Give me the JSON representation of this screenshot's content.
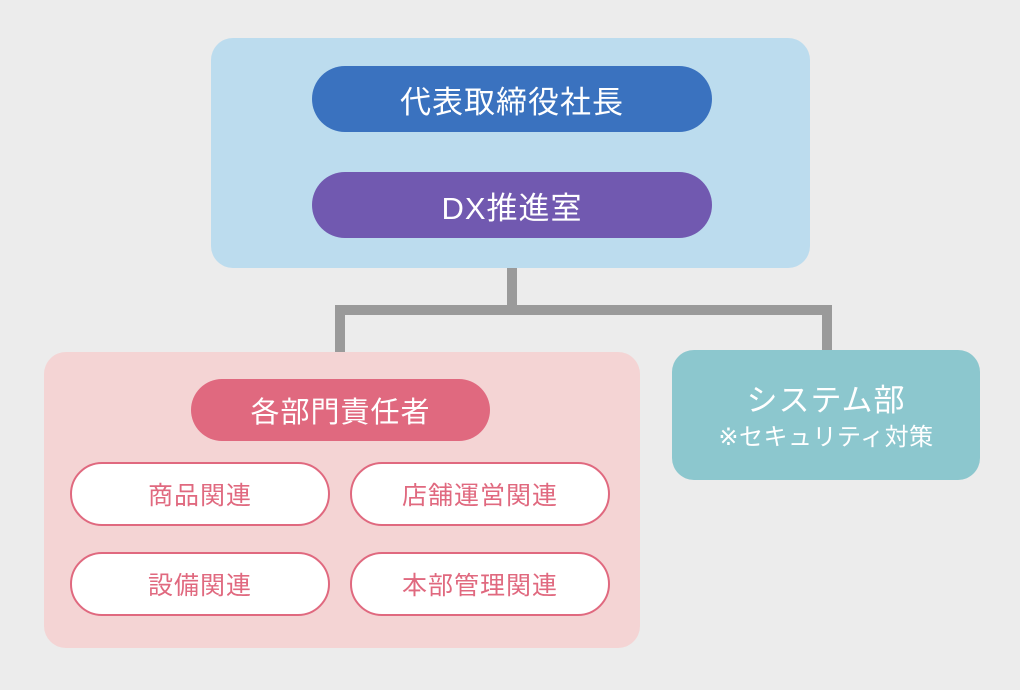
{
  "diagram": {
    "type": "organization-chart",
    "background_color": "#ececec",
    "connector_color": "#9a9a9a"
  },
  "executive_group": {
    "background_color": "#bcdcee",
    "nodes": [
      {
        "id": "ceo",
        "label": "代表取締役社長",
        "color": "#3a72bf",
        "text_color": "#ffffff"
      },
      {
        "id": "dx",
        "label": "DX推進室",
        "color": "#7159b0",
        "text_color": "#ffffff"
      }
    ]
  },
  "department_group": {
    "background_color": "#f4d4d4",
    "header": {
      "label": "各部門責任者",
      "color": "#e0697f",
      "text_color": "#ffffff"
    },
    "items": [
      {
        "label": "商品関連"
      },
      {
        "label": "店舗運営関連"
      },
      {
        "label": "設備関連"
      },
      {
        "label": "本部管理関連"
      }
    ],
    "item_border_color": "#e0697f",
    "item_text_color": "#e0697f",
    "item_background_color": "#ffffff"
  },
  "system_group": {
    "background_color": "#8cc7ce",
    "title": "システム部",
    "note": "※セキュリティ対策",
    "text_color": "#ffffff"
  }
}
